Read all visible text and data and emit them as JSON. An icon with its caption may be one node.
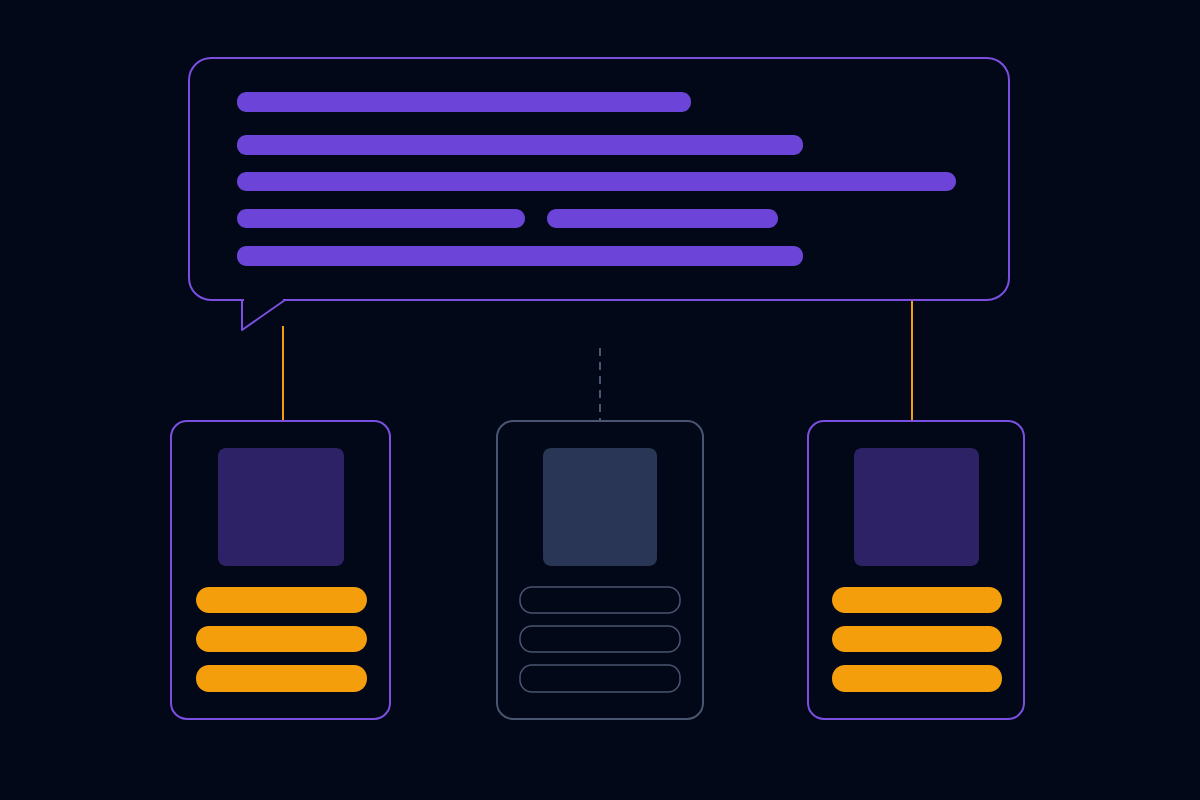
{
  "diagram": {
    "nodes": [
      {
        "text": [],
        "shape": "box"
      },
      {
        "text": [],
        "shape": "box"
      },
      {
        "text": [],
        "shape": "box"
      },
      {
        "text": [],
        "shape": "box"
      }
    ],
    "edges": [
      {
        "from": 0,
        "to": 1,
        "arrow": "none"
      },
      {
        "from": null,
        "to": 2,
        "arrow": "none",
        "style": "dashed",
        "color": "#4a5570"
      },
      {
        "from": 0,
        "to": 3,
        "arrow": "none"
      }
    ]
  }
}
